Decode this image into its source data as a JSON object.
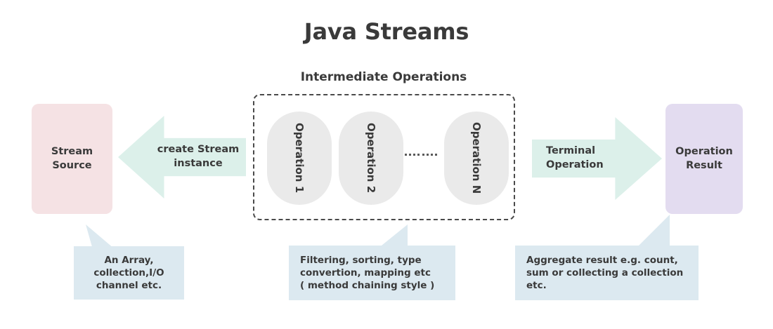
{
  "title": "Java Streams",
  "section_title": "Intermediate Operations",
  "source": {
    "label": "Stream\nSource",
    "label_line1": "Stream",
    "label_line2": "Source"
  },
  "result": {
    "label_line1": "Operation",
    "label_line2": "Result"
  },
  "arrows": {
    "create_stream": {
      "label_line1": "create Stream",
      "label_line2": "instance"
    },
    "terminal": {
      "label_line1": "Terminal",
      "label_line2": "Operation"
    }
  },
  "operations": [
    {
      "label": "Operation 1"
    },
    {
      "label": "Operation 2"
    },
    {
      "label": "Operation N"
    }
  ],
  "ellipsis": "........",
  "callouts": {
    "source": {
      "line1": "An Array,",
      "line2": "collection,I/O",
      "line3": "channel etc."
    },
    "intermediate": {
      "line1": "Filtering, sorting, type",
      "line2": "convertion, mapping etc",
      "line3": "( method chaining style )"
    },
    "terminal": {
      "line1": "Aggregate result e.g. count,",
      "line2": "sum or collecting a collection",
      "line3": "etc."
    }
  },
  "colors": {
    "background": "#FFFFFF",
    "text": "#3A3A3A",
    "source_box": "#F5E2E4",
    "result_box": "#E3DCF0",
    "arrow": "#DCF0EA",
    "operation_pill": "#EAEAEA",
    "callout": "#DCE9F0",
    "dashed_border": "#4A4A4A"
  }
}
